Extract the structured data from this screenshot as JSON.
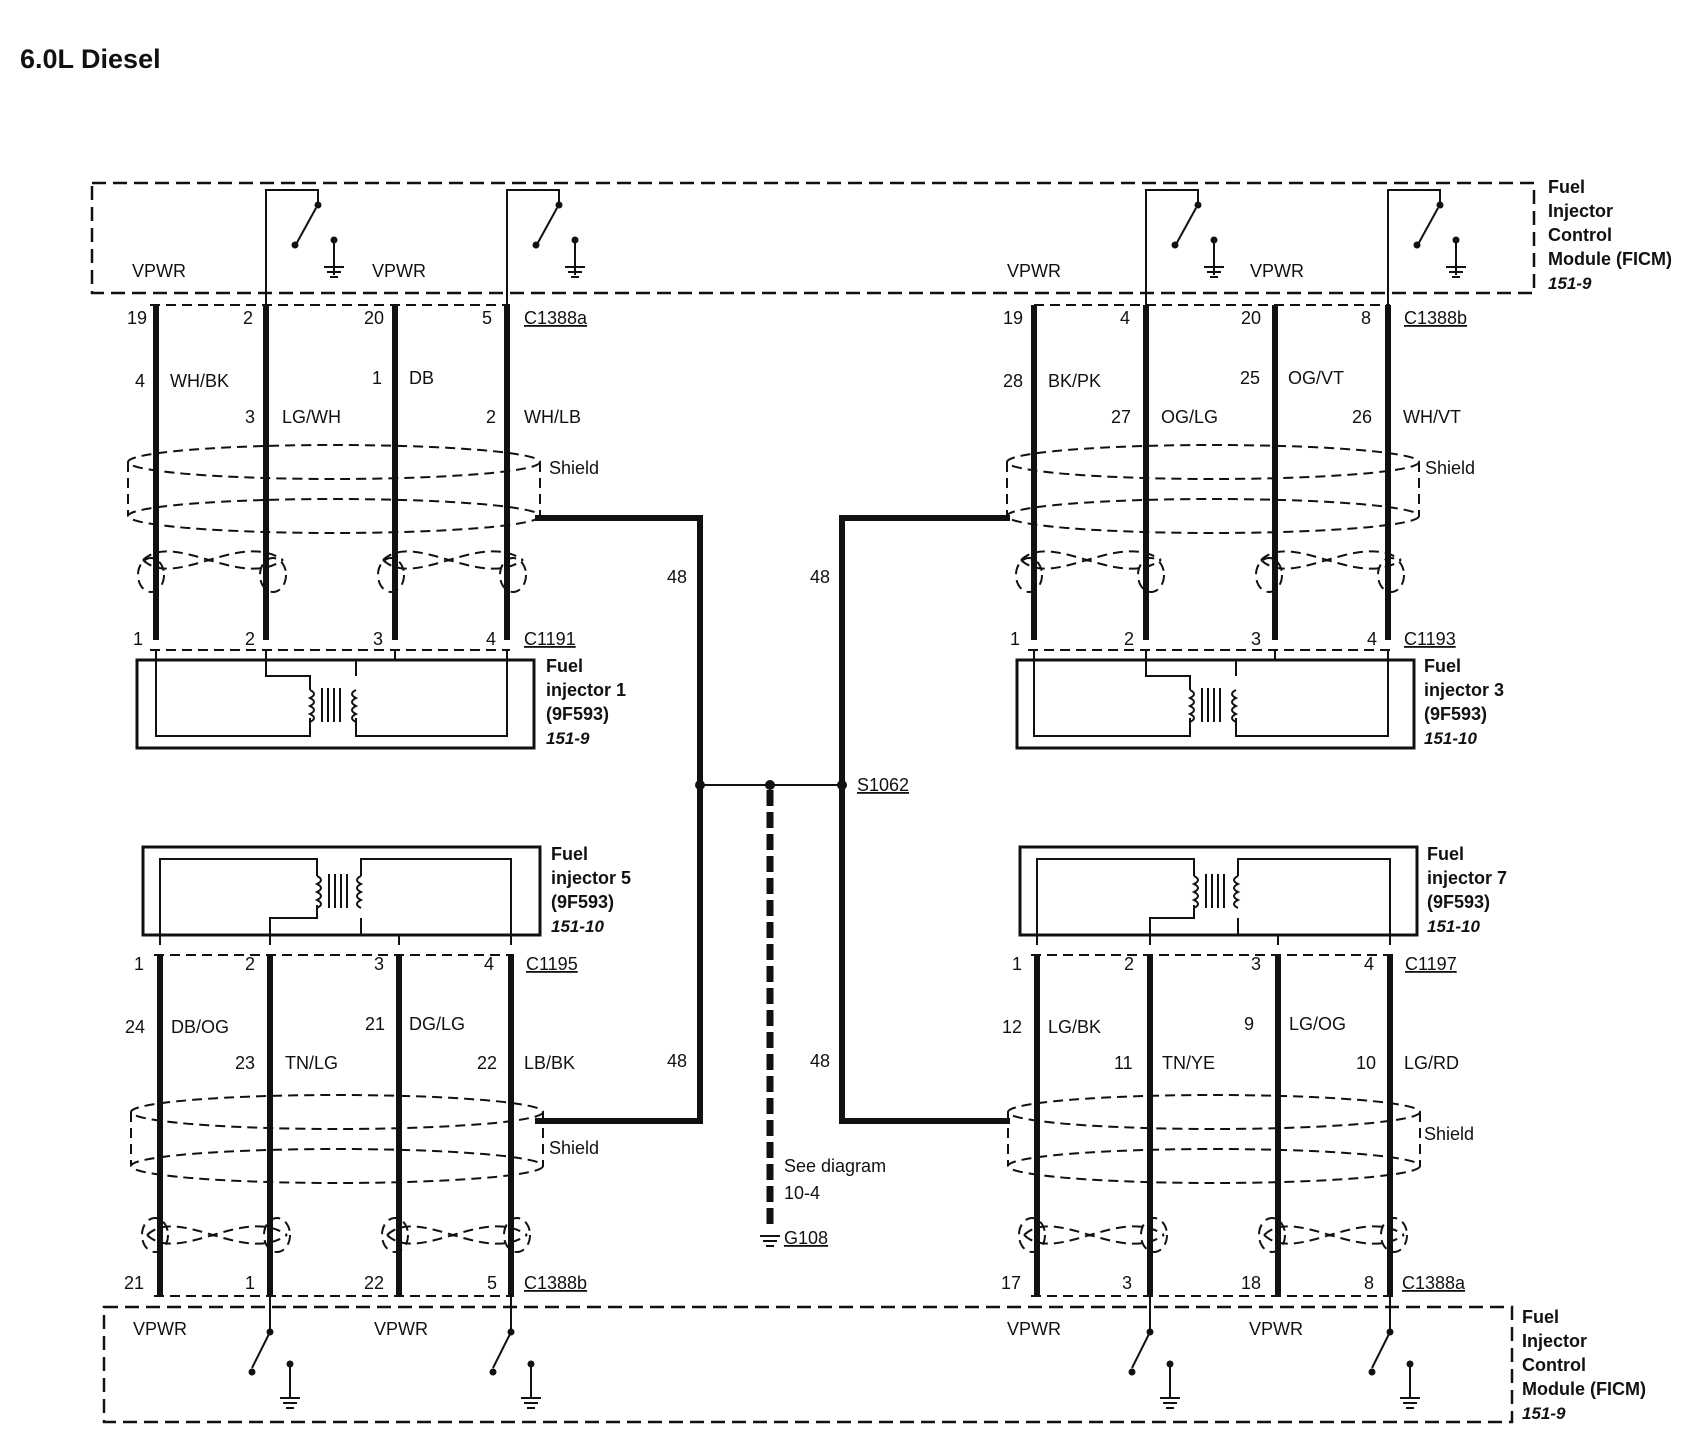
{
  "title": "6.0L Diesel",
  "ficm_top": {
    "name_lines": [
      "Fuel",
      "Injector",
      "Control",
      "Module (FICM)"
    ],
    "ref": "151-9",
    "vpwr": "VPWR",
    "left_connector": "C1388a",
    "right_connector": "C1388b",
    "left_pins": [
      "19",
      "2",
      "20",
      "5"
    ],
    "right_pins": [
      "19",
      "4",
      "20",
      "8"
    ]
  },
  "ficm_bottom": {
    "name_lines": [
      "Fuel",
      "Injector",
      "Control",
      "Module (FICM)"
    ],
    "ref": "151-9",
    "vpwr": "VPWR",
    "left_connector": "C1388b",
    "right_connector": "C1388a",
    "left_pins": [
      "21",
      "1",
      "22",
      "5"
    ],
    "right_pins": [
      "17",
      "3",
      "18",
      "8"
    ]
  },
  "injectors": [
    {
      "id": "inj1",
      "name_lines": [
        "Fuel",
        "injector 1",
        "(9F593)"
      ],
      "ref": "151-9",
      "connector": "C1191",
      "pins": [
        "1",
        "2",
        "3",
        "4"
      ]
    },
    {
      "id": "inj3",
      "name_lines": [
        "Fuel",
        "injector 3",
        "(9F593)"
      ],
      "ref": "151-10",
      "connector": "C1193",
      "pins": [
        "1",
        "2",
        "3",
        "4"
      ]
    },
    {
      "id": "inj5",
      "name_lines": [
        "Fuel",
        "injector 5",
        "(9F593)"
      ],
      "ref": "151-10",
      "connector": "C1195",
      "pins": [
        "1",
        "2",
        "3",
        "4"
      ]
    },
    {
      "id": "inj7",
      "name_lines": [
        "Fuel",
        "injector 7",
        "(9F593)"
      ],
      "ref": "151-10",
      "connector": "C1197",
      "pins": [
        "1",
        "2",
        "3",
        "4"
      ]
    }
  ],
  "wires": {
    "tl": [
      {
        "circuit": "4",
        "color": "WH/BK"
      },
      {
        "circuit": "3",
        "color": "LG/WH"
      },
      {
        "circuit": "1",
        "color": "DB"
      },
      {
        "circuit": "2",
        "color": "WH/LB"
      }
    ],
    "tr": [
      {
        "circuit": "28",
        "color": "BK/PK"
      },
      {
        "circuit": "27",
        "color": "OG/LG"
      },
      {
        "circuit": "25",
        "color": "OG/VT"
      },
      {
        "circuit": "26",
        "color": "WH/VT"
      }
    ],
    "bl": [
      {
        "circuit": "24",
        "color": "DB/OG"
      },
      {
        "circuit": "23",
        "color": "TN/LG"
      },
      {
        "circuit": "21",
        "color": "DG/LG"
      },
      {
        "circuit": "22",
        "color": "LB/BK"
      }
    ],
    "br": [
      {
        "circuit": "12",
        "color": "LG/BK"
      },
      {
        "circuit": "11",
        "color": "TN/YE"
      },
      {
        "circuit": "9",
        "color": "LG/OG"
      },
      {
        "circuit": "10",
        "color": "LG/RD"
      }
    ]
  },
  "shield_label": "Shield",
  "drain_circuit": "48",
  "splice": "S1062",
  "ground": {
    "see_lines": [
      "See diagram",
      "10-4"
    ],
    "name": "G108"
  }
}
